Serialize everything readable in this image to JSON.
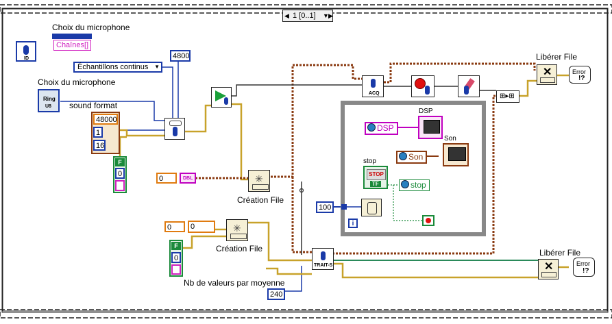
{
  "structure": {
    "frame_label": "1 [0..1]"
  },
  "labels": {
    "choix1": "Choix du microphone",
    "chaines": "Chaînes[]",
    "id": "ID",
    "echantillons": "Échantillons continus",
    "choix2": "Choix du microphone",
    "ring": "Ring",
    "u8": "U8",
    "sound_format": "sound format",
    "creation1": "Création File",
    "creation2": "Création File",
    "nb_valeurs": "Nb de valeurs par moyenne",
    "liberer1": "Libérer File",
    "liberer2": "Libérer File",
    "dsp_caption": "DSP",
    "son_caption": "Son",
    "stop_caption": "stop",
    "acq": "ACQ",
    "trait": "TRAIT-S",
    "stop_button": "STOP",
    "tf": "TF",
    "error": "Error",
    "loop_i": "i",
    "bool_f": "F",
    "dbl": "DBL"
  },
  "values": {
    "v4800": "4800",
    "v48000": "48000",
    "v1": "1",
    "v16": "16",
    "v0a": "0",
    "v0b": "0",
    "v0c": "0",
    "v0d": "0",
    "v0e": "0",
    "v100": "100",
    "v240": "240"
  },
  "refs": {
    "dsp": "DSP",
    "son": "Son",
    "stop": "stop"
  },
  "colors": {
    "border": "#1a1a1a",
    "numeric": "#1a3aa8",
    "orange": "#e07b10",
    "string": "#d020c0",
    "boolean": "#1a8a3a",
    "cluster": "#8a3a10",
    "wire_error": "#c8a85a"
  }
}
